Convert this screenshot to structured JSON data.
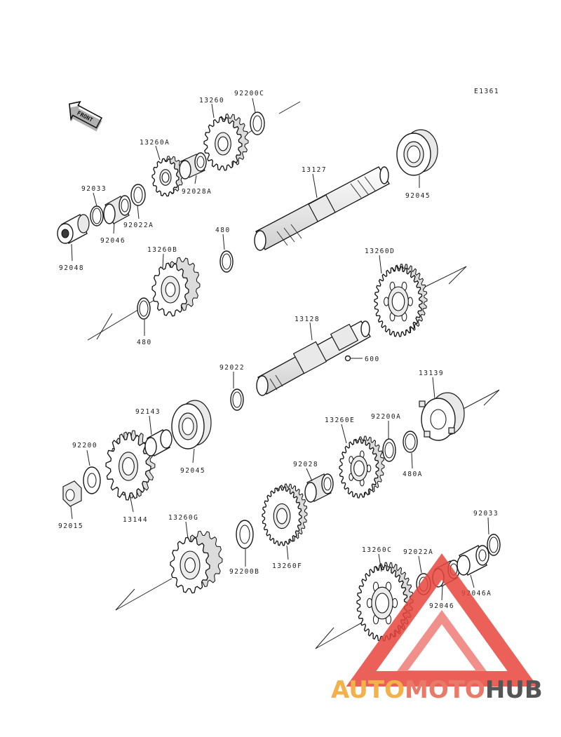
{
  "diagram": {
    "code": "E1361",
    "front_label": "FRONT",
    "parts": [
      {
        "key": "p13260",
        "number": "13260"
      },
      {
        "key": "p92200C",
        "number": "92200C"
      },
      {
        "key": "p13260A",
        "number": "13260A"
      },
      {
        "key": "p92028A",
        "number": "92028A"
      },
      {
        "key": "p13127",
        "number": "13127"
      },
      {
        "key": "p92045a",
        "number": "92045"
      },
      {
        "key": "p92033a",
        "number": "92033"
      },
      {
        "key": "p92022A",
        "number": "92022A"
      },
      {
        "key": "p92046",
        "number": "92046"
      },
      {
        "key": "p92048",
        "number": "92048"
      },
      {
        "key": "p480a",
        "number": "480"
      },
      {
        "key": "p13260B",
        "number": "13260B"
      },
      {
        "key": "p480b",
        "number": "480"
      },
      {
        "key": "p13260D",
        "number": "13260D"
      },
      {
        "key": "p13128",
        "number": "13128"
      },
      {
        "key": "p600",
        "number": "600"
      },
      {
        "key": "p92022",
        "number": "92022"
      },
      {
        "key": "p13139",
        "number": "13139"
      },
      {
        "key": "p92143",
        "number": "92143"
      },
      {
        "key": "p92045b",
        "number": "92045"
      },
      {
        "key": "p92200",
        "number": "92200"
      },
      {
        "key": "p13144",
        "number": "13144"
      },
      {
        "key": "p92015",
        "number": "92015"
      },
      {
        "key": "p13260E",
        "number": "13260E"
      },
      {
        "key": "p92200A",
        "number": "92200A"
      },
      {
        "key": "p480A",
        "number": "480A"
      },
      {
        "key": "p92028",
        "number": "92028"
      },
      {
        "key": "p13260G",
        "number": "13260G"
      },
      {
        "key": "p92200B",
        "number": "92200B"
      },
      {
        "key": "p13260F",
        "number": "13260F"
      },
      {
        "key": "p92033b",
        "number": "92033"
      },
      {
        "key": "p13260C",
        "number": "13260C"
      },
      {
        "key": "p92022A2",
        "number": "92022A"
      },
      {
        "key": "p92046b",
        "number": "92046"
      },
      {
        "key": "p92046A",
        "number": "92046A"
      }
    ]
  },
  "watermark": {
    "part1": "AUTO",
    "part2": "MOTO",
    "part3": "HUB",
    "colors": {
      "auto": "#f2b14a",
      "moto": "#e87a6a",
      "hub": "#555555",
      "triangle": "#e8453c"
    }
  }
}
